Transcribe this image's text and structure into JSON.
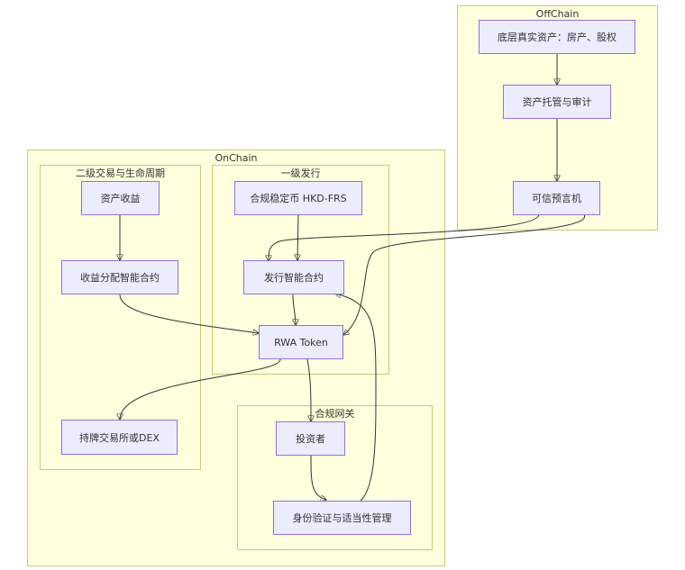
{
  "clusters": {
    "offchain": "OffChain",
    "onchain": "OnChain",
    "secondary": "二级交易与生命周期",
    "primary": "一级发行",
    "gateway": "合规网关"
  },
  "nodes": {
    "underlying_asset": "底层真实资产：房产、股权",
    "custody_audit": "资产托管与审计",
    "oracle": "可信预言机",
    "stablecoin": "合规稳定币 HKD-FRS",
    "issuance_contract": "发行智能合约",
    "rwa_token": "RWA Token",
    "asset_income": "资产收益",
    "income_distribution_contract": "收益分配智能合约",
    "exchange_dex": "持牌交易所或DEX",
    "investor": "投资者",
    "kyc_suitability": "身份验证与适当性管理"
  },
  "edges": [
    {
      "from": "underlying_asset",
      "to": "custody_audit"
    },
    {
      "from": "custody_audit",
      "to": "oracle"
    },
    {
      "from": "oracle",
      "to": "issuance_contract"
    },
    {
      "from": "oracle",
      "to": "rwa_token"
    },
    {
      "from": "stablecoin",
      "to": "issuance_contract"
    },
    {
      "from": "issuance_contract",
      "to": "rwa_token"
    },
    {
      "from": "asset_income",
      "to": "income_distribution_contract"
    },
    {
      "from": "income_distribution_contract",
      "to": "rwa_token"
    },
    {
      "from": "rwa_token",
      "to": "exchange_dex"
    },
    {
      "from": "rwa_token",
      "to": "investor"
    },
    {
      "from": "investor",
      "to": "kyc_suitability"
    },
    {
      "from": "kyc_suitability",
      "to": "issuance_contract"
    }
  ]
}
